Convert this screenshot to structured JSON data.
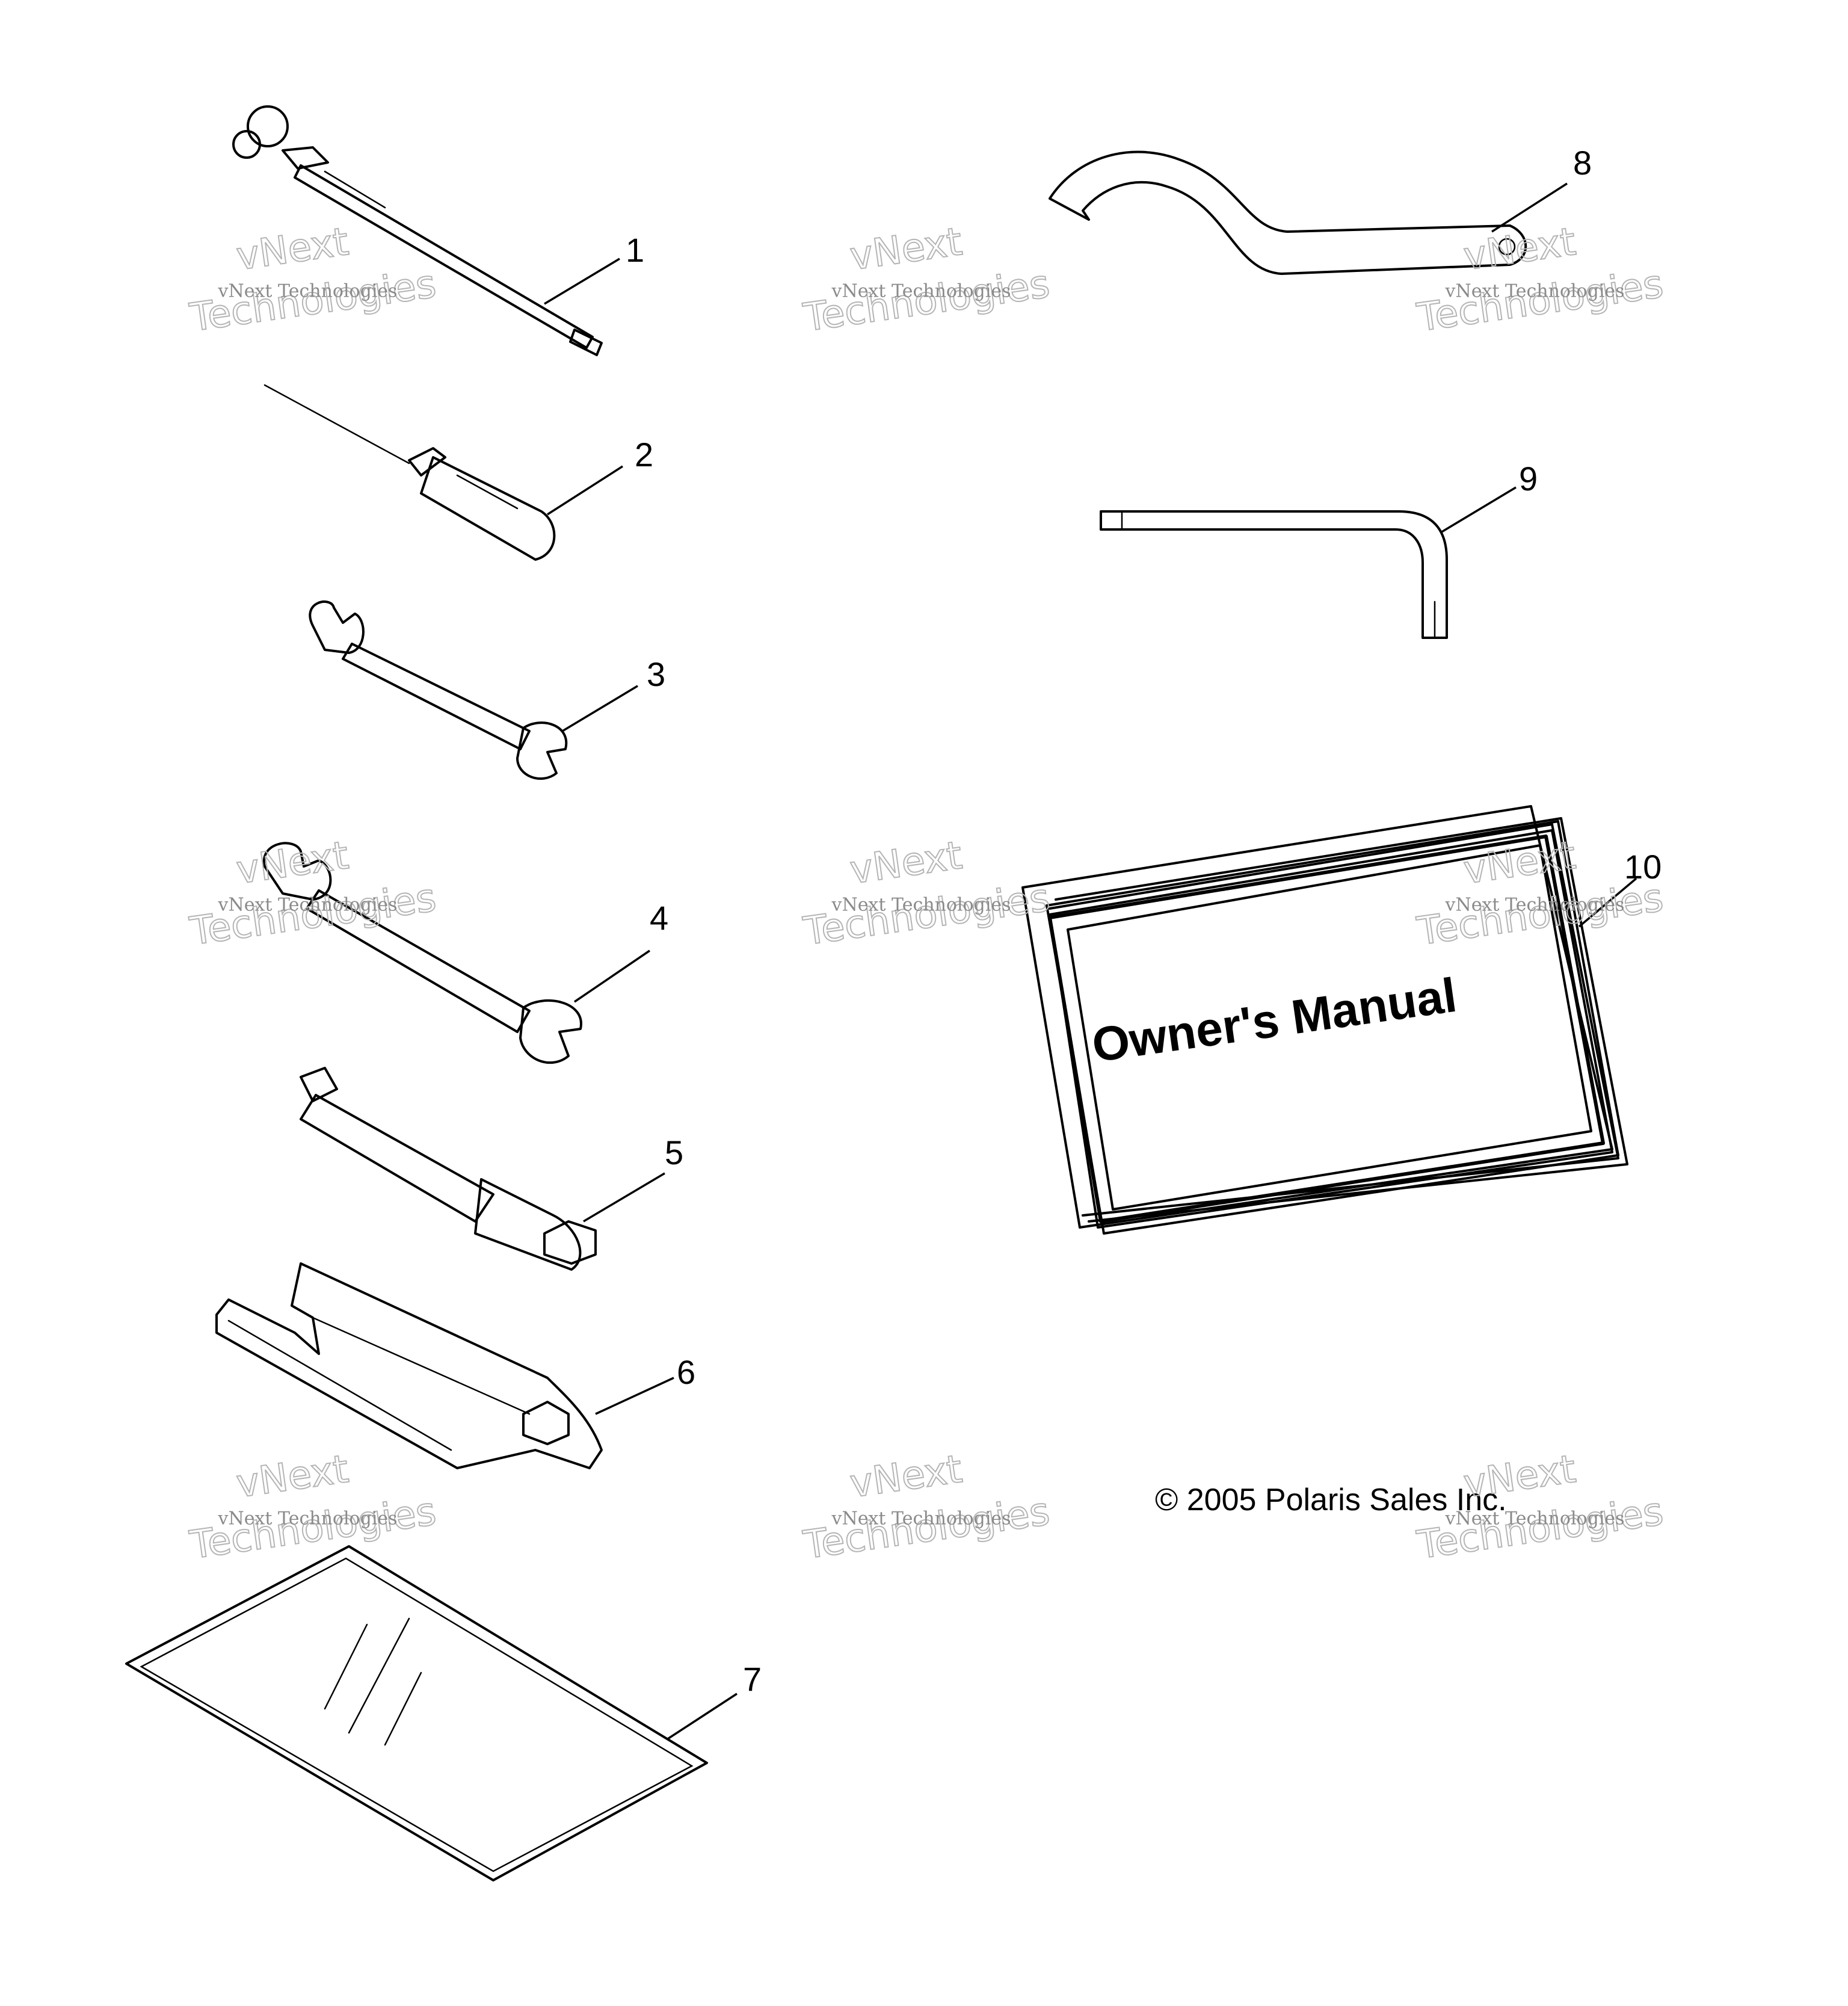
{
  "callouts": [
    "1",
    "2",
    "3",
    "4",
    "5",
    "6",
    "7",
    "8",
    "9",
    "10"
  ],
  "manual_title": "Owner's Manual",
  "copyright": "© 2005 Polaris Sales Inc.",
  "watermark": {
    "brand_line1": "vNext",
    "brand_line2": "Technologies",
    "small_text": "vNext Technologies"
  },
  "colors": {
    "line": "#000000",
    "background": "#ffffff",
    "watermark": "#b5b5b5"
  }
}
